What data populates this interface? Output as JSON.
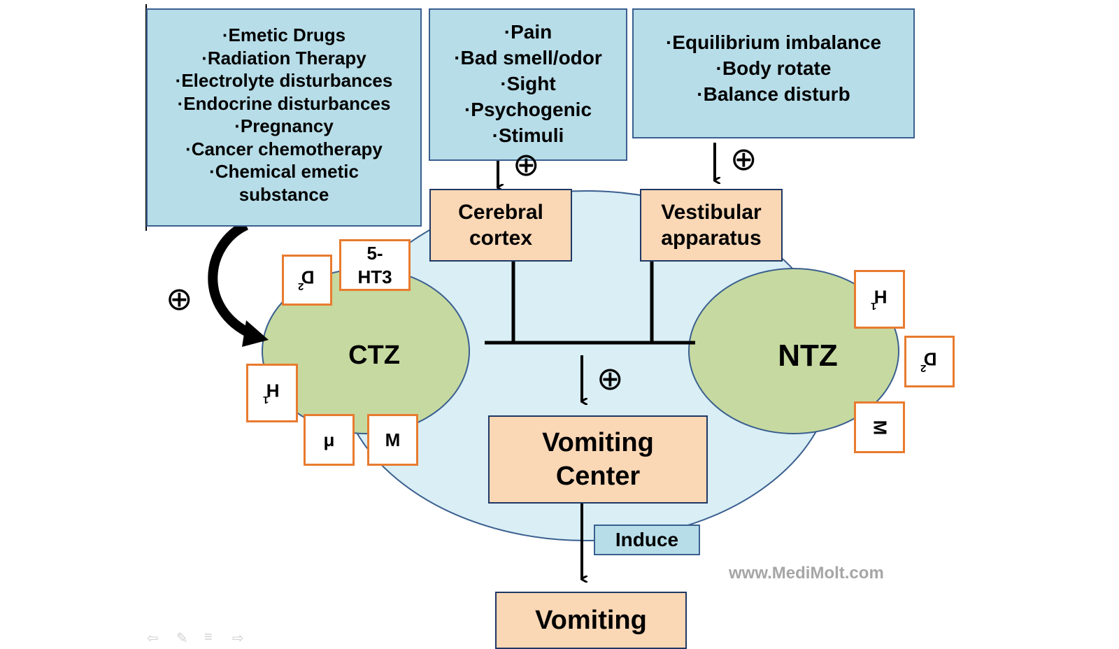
{
  "boxes": {
    "chemical_causes": [
      "·Emetic Drugs",
      "·Radiation Therapy",
      "·Electrolyte disturbances",
      "·Endocrine disturbances",
      "·Pregnancy",
      "·Cancer chemotherapy",
      "·Chemical emetic",
      "substance"
    ],
    "sensory_causes": [
      "·Pain",
      "·Bad smell/odor",
      "·Sight",
      "·Psychogenic",
      "·Stimuli"
    ],
    "vestibular_causes": [
      "·Equilibrium imbalance",
      "·Body rotate",
      "·Balance disturb"
    ]
  },
  "nodes": {
    "cerebral_cortex": [
      "Cerebral",
      "cortex"
    ],
    "vestibular_apparatus": [
      "Vestibular",
      "apparatus"
    ],
    "ctz": "CTZ",
    "ntz": "NTZ",
    "vomiting_center": [
      "Vomiting",
      "Center"
    ],
    "vomiting": "Vomiting",
    "induce": "Induce"
  },
  "receptors": {
    "ctz_d2": "D",
    "ctz_d2_sub": "2",
    "ctz_5ht3": [
      "5-",
      "HT3"
    ],
    "ctz_h1": "H",
    "ctz_h1_sub": "1",
    "ctz_mu": "μ",
    "ctz_m": "M",
    "ntz_h1": "H",
    "ntz_h1_sub": "1",
    "ntz_d2": "D",
    "ntz_d2_sub": "2",
    "ntz_m": "M"
  },
  "symbols": {
    "plus": "⊕"
  },
  "watermark": "www.MediMolt.com",
  "nav_icons": [
    "arrow-left-icon",
    "pen-icon",
    "menu-icon",
    "arrow-right-icon"
  ],
  "colors": {
    "blue_box": "#b7dde8",
    "orange_box": "#fad7b5",
    "receptor_border": "#e87b2f",
    "zone_green": "#c6d9a0",
    "ellipse_blue": "#d9eef5"
  }
}
